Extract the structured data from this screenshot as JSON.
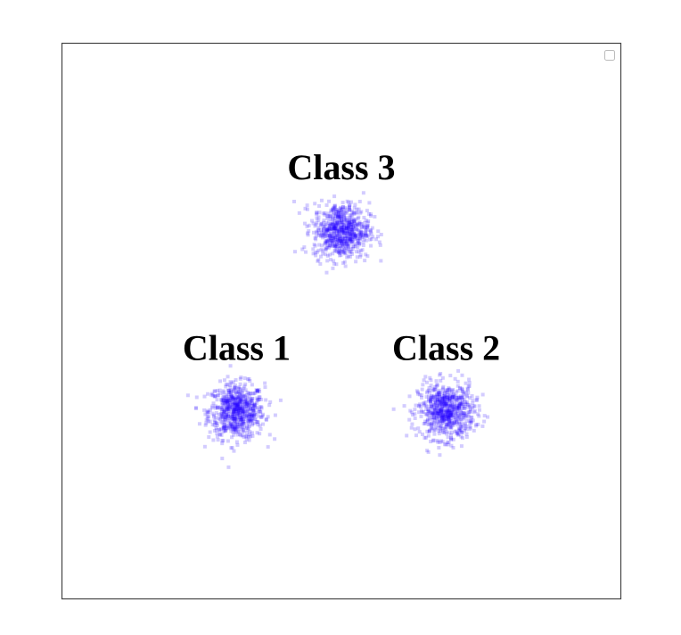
{
  "chart_data": {
    "type": "scatter",
    "title": "",
    "xlabel": "",
    "ylabel": "",
    "axes_visible": false,
    "grid": false,
    "legend": "top-right",
    "legend_entries": [
      ""
    ],
    "marker": "square",
    "point_color": "#2200ff",
    "point_alpha": 0.2,
    "xlim": [
      -2,
      2
    ],
    "ylim": [
      -2,
      2
    ],
    "clusters": [
      {
        "label": "Class 1",
        "center": [
          -0.75,
          -0.65
        ],
        "spread": 0.1
      },
      {
        "label": "Class 2",
        "center": [
          0.75,
          -0.65
        ],
        "spread": 0.1
      },
      {
        "label": "Class 3",
        "center": [
          0.0,
          0.65
        ],
        "spread": 0.1
      }
    ]
  }
}
